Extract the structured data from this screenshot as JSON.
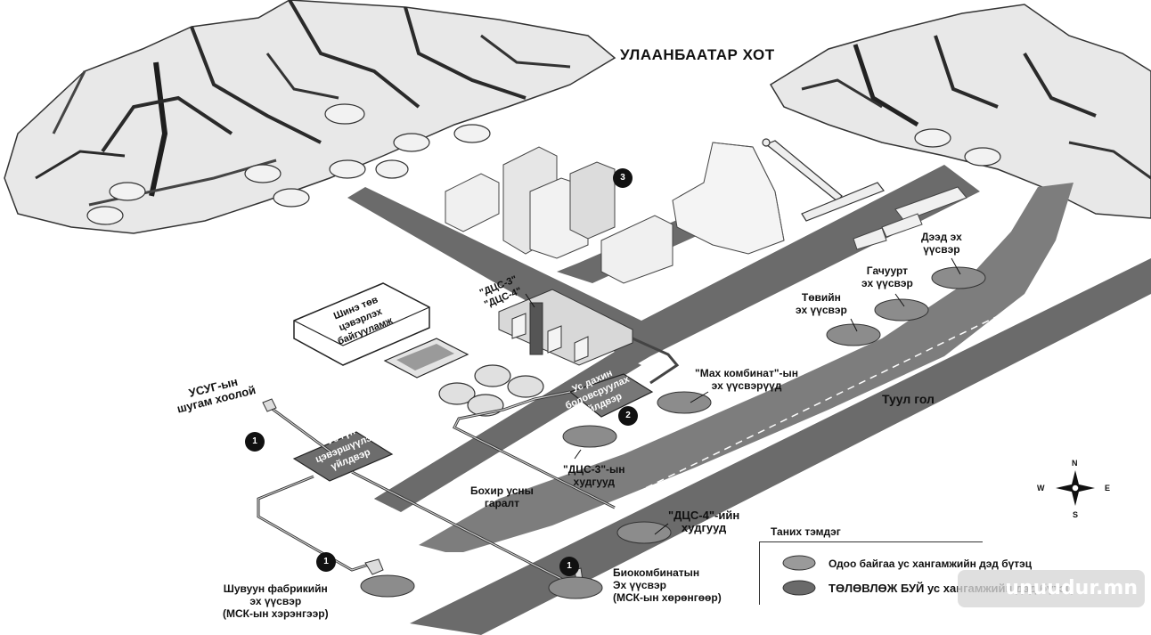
{
  "title": "УЛААНБААТАР ХОТ",
  "labels": {
    "cleaning_plant_new": [
      "Шинэ төв",
      "цэвэрлэх",
      "байгууламж"
    ],
    "power_plants": [
      "\"ДЦС-3\"",
      "\"ДЦС-4\""
    ],
    "recycling_plant": [
      "Ус дахин",
      "боловсруулах",
      "үйлдвэр"
    ],
    "deep_cleaning_plant": [
      "Ус гүн",
      "цэвэршүүлэх",
      "үйлдвэр"
    ],
    "usug_pipe": [
      "УСУГ-ын",
      "шугам хоолой"
    ],
    "meat_combine": [
      "\"Мах комбинат\"-ын",
      "эх үүсвэрүүд"
    ],
    "dcs3_wells": [
      "\"ДЦС-3\"-ын",
      "худгууд"
    ],
    "dcs4_wells": [
      "\"ДЦС-4\"-ийн",
      "худгууд"
    ],
    "wastewater": [
      "Бохир усны",
      "гаралт"
    ],
    "tuv_source": [
      "Төвийн",
      "эх үүсвэр"
    ],
    "gachuurt_source": [
      "Гачуурт",
      "эх үүсвэр"
    ],
    "upper_source": [
      "Дээд эх",
      "үүсвэр"
    ],
    "tuul_river": "Туул гол",
    "poultry_factory": [
      "Шувуун фабрикийн",
      "эх үүсвэр",
      "(МСК-ын хэрэнгээр)"
    ],
    "biocombine": [
      "Биокомбинатын",
      "Эх үүсвэр",
      "(МСК-ын хөрөнгөөр)"
    ]
  },
  "badges": [
    "1",
    "1",
    "1",
    "2",
    "3"
  ],
  "compass": {
    "n": "N",
    "s": "S",
    "e": "E",
    "w": "W"
  },
  "legend": {
    "title": "Таних тэмдэг",
    "items": [
      {
        "label": "Одоо байгаа ус хангамжийн дэд бүтэц",
        "color": "#9a9a9a"
      },
      {
        "label": "ТӨЛӨВЛӨЖ БУЙ ус хангамжийн дэд бүтэц",
        "color": "#6a6a6a"
      }
    ]
  },
  "watermark": "unuudur.mn",
  "colors": {
    "mountain": "#e8e8e8",
    "ridge": "#2a2a2a",
    "road": "#6b6b6b",
    "river": "#7d7d7d",
    "existing": "#9a9a9a",
    "planned": "#6a6a6a",
    "building": "#f0f0f0"
  }
}
